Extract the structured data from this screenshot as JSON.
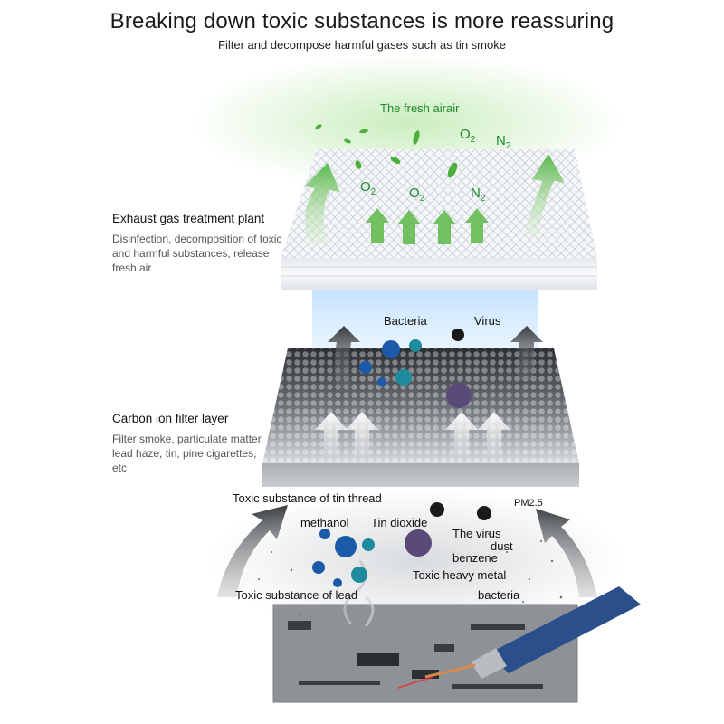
{
  "header": {
    "title": "Breaking down toxic substances is more reassuring",
    "subtitle": "Filter and decompose harmful gases such as tin smoke"
  },
  "layers": [
    {
      "heading": "Exhaust gas treatment plant",
      "description": "Disinfection, decomposition of toxic and harmful substances, release fresh air"
    },
    {
      "heading": "Carbon ion filter layer",
      "description": "Filter smoke, particulate matter, lead haze, tin, pine cigarettes, etc"
    }
  ],
  "top_labels": {
    "fresh_air": "The fresh airair",
    "o2_a": "O",
    "o2_b": "O",
    "o2_c": "O",
    "n2_a": "N",
    "n2_b": "N",
    "sub": "2"
  },
  "mid_labels": {
    "bacteria": "Bacteria",
    "virus": "Virus"
  },
  "bottom_labels": {
    "tin_thread": "Toxic substance of tin thread",
    "methanol": "methanol",
    "tin_dioxide": "Tin dioxide",
    "pm25": "PM2.5",
    "the_virus": "The virus",
    "dust": "dust",
    "benzene": "benzene",
    "heavy_metal": "Toxic heavy metal",
    "lead": "Toxic substance of lead",
    "bacteria": "bacteria"
  },
  "colors": {
    "green_label": "#1f8a2a",
    "green_arrow": "#5ab84a",
    "virus_blue": "#1b5aa8",
    "virus_teal": "#1e8c9c",
    "virus_purple": "#5a4a78",
    "wand_blue": "#2a4f8a"
  },
  "icons": [
    "leaf-icon",
    "up-arrow-icon",
    "virus-icon",
    "bacteria-icon",
    "soldering-iron-icon",
    "circuit-board-icon"
  ]
}
